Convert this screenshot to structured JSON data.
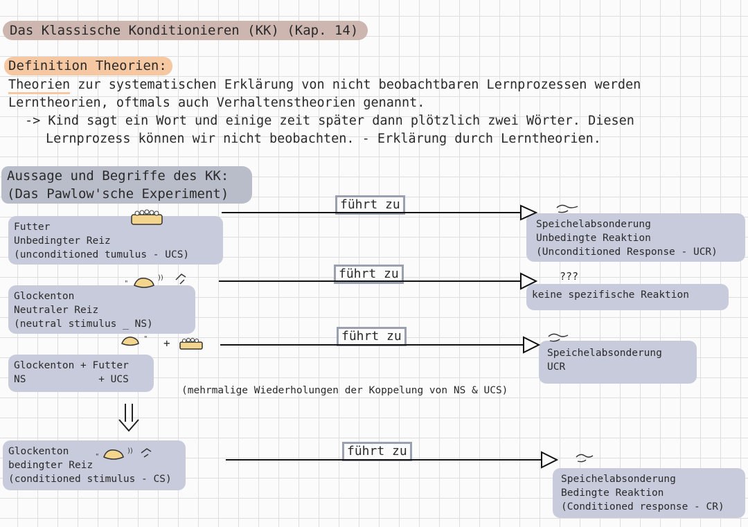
{
  "title": "Das Klassische Konditionieren (KK) (Kap. 14)",
  "definition": {
    "heading": "Definition Theorien:",
    "line1_term": "Theorien",
    "line1_rest": " zur systematischen Erklärung von nicht beobachtbaren Lernprozessen werden",
    "line2": "Lerntheorien, oftmals auch Verhaltenstheorien genannt.",
    "example_line1": "-> Kind sagt ein Wort und einige zeit später dann plötzlich zwei Wörter. Diesen",
    "example_line2": "Lernprozess können wir nicht beobachten. - Erklärung durch Lerntheorien."
  },
  "section": {
    "line1": "Aussage und Begriffe des KK:",
    "line2": "(Das Pawlow'sche Experiment)"
  },
  "arrow_label": "führt zu",
  "rows": [
    {
      "stimulus": [
        "Futter",
        "Unbedingter Reiz",
        "(unconditioned tumulus - UCS)"
      ],
      "response": [
        "Speichelabsonderung",
        "Unbedingte Reaktion",
        "(Unconditioned Response - UCR)"
      ]
    },
    {
      "stimulus": [
        "Glockenton",
        "Neutraler Reiz",
        "(neutral stimulus _ NS)"
      ],
      "response": [
        "keine spezifische Reaktion"
      ],
      "response_mark": "???"
    },
    {
      "stimulus": [
        "Glockenton + Futter",
        "NS            + UCS"
      ],
      "response": [
        "Speichelabsonderung",
        "UCR"
      ],
      "plus": "+"
    },
    {
      "stimulus": [
        "Glockenton",
        "bedingter Reiz",
        "(conditioned stimulus - CS)"
      ],
      "response": [
        "Speichelabsonderung",
        "Bedingte Reaktion",
        "(Conditioned response - CR)"
      ]
    }
  ],
  "repetition_note": "(mehrmalige Wiederholungen der Koppelung von NS & UCS)",
  "icons": [
    "food-bowl-icon",
    "bell-icon",
    "dog-icon"
  ],
  "colors": {
    "title_bg": "#cdb5b0",
    "definition_bg": "#f6c8a2",
    "section_bg": "#b9bdca",
    "box_bg": "#c7cbdb"
  }
}
